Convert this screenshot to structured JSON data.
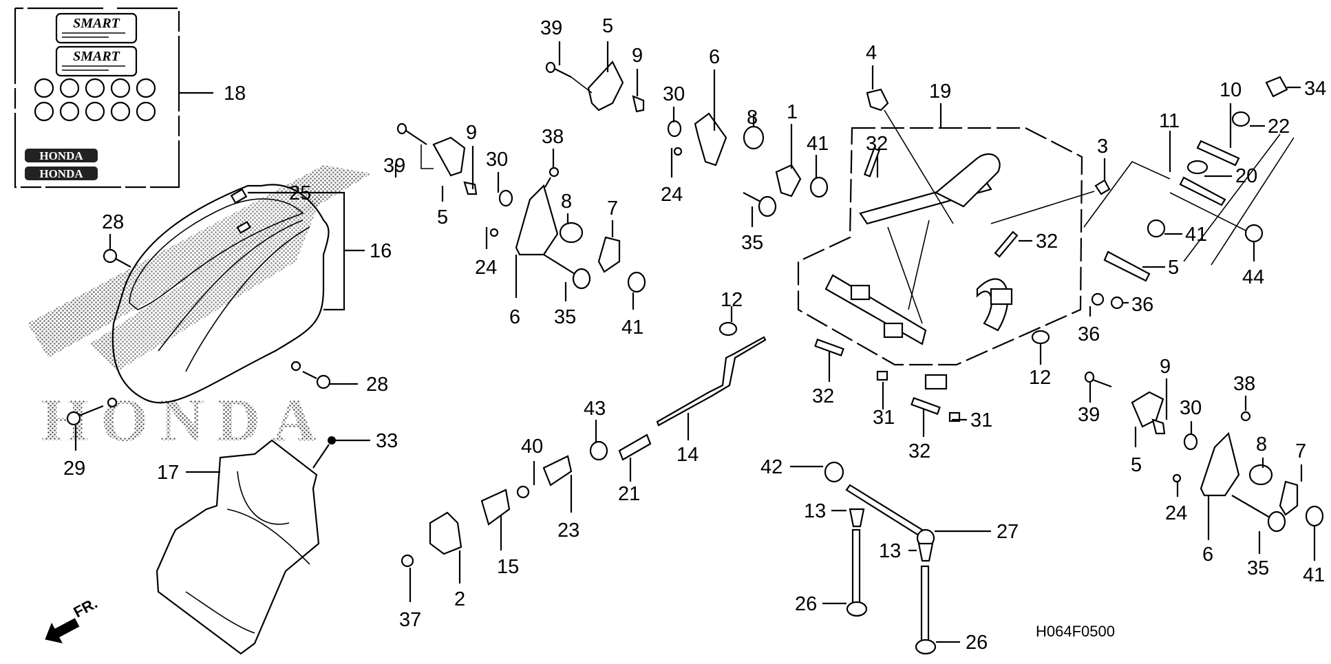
{
  "diagram": {
    "title_code": "H064F0500",
    "direction_indicator": "FR.",
    "brand_watermark": "HONDA",
    "decal_kit": {
      "decals": [
        "SMART",
        "SMART",
        "HONDA",
        "HONDA"
      ],
      "circle_stickers_count": 10,
      "ref": "18"
    },
    "callouts": [
      {
        "id": "c18a",
        "num": "18"
      },
      {
        "id": "c25",
        "num": "25"
      },
      {
        "id": "c16",
        "num": "16"
      },
      {
        "id": "c28a",
        "num": "28"
      },
      {
        "id": "c28b",
        "num": "28"
      },
      {
        "id": "c29",
        "num": "29"
      },
      {
        "id": "c33",
        "num": "33"
      },
      {
        "id": "c17",
        "num": "17"
      },
      {
        "id": "c39a",
        "num": "39"
      },
      {
        "id": "c5a",
        "num": "5"
      },
      {
        "id": "c9a",
        "num": "9"
      },
      {
        "id": "c30a",
        "num": "30"
      },
      {
        "id": "c6a",
        "num": "6"
      },
      {
        "id": "c8a",
        "num": "8"
      },
      {
        "id": "c1",
        "num": "1"
      },
      {
        "id": "c41a",
        "num": "41"
      },
      {
        "id": "c24a",
        "num": "24"
      },
      {
        "id": "c35a",
        "num": "35"
      },
      {
        "id": "c39b",
        "num": "39"
      },
      {
        "id": "c9b",
        "num": "9"
      },
      {
        "id": "c30b",
        "num": "30"
      },
      {
        "id": "c38a",
        "num": "38"
      },
      {
        "id": "c5b",
        "num": "5"
      },
      {
        "id": "c8b",
        "num": "8"
      },
      {
        "id": "c7a",
        "num": "7"
      },
      {
        "id": "c24b",
        "num": "24"
      },
      {
        "id": "c6b",
        "num": "6"
      },
      {
        "id": "c35b",
        "num": "35"
      },
      {
        "id": "c41b",
        "num": "41"
      },
      {
        "id": "c4",
        "num": "4"
      },
      {
        "id": "c19",
        "num": "19"
      },
      {
        "id": "c32a",
        "num": "32"
      },
      {
        "id": "c32b",
        "num": "32"
      },
      {
        "id": "c32c",
        "num": "32"
      },
      {
        "id": "c32d",
        "num": "32"
      },
      {
        "id": "c31a",
        "num": "31"
      },
      {
        "id": "c31b",
        "num": "31"
      },
      {
        "id": "c3",
        "num": "3"
      },
      {
        "id": "c12a",
        "num": "12"
      },
      {
        "id": "c12b",
        "num": "12"
      },
      {
        "id": "c10",
        "num": "10"
      },
      {
        "id": "c34",
        "num": "34"
      },
      {
        "id": "c11",
        "num": "11"
      },
      {
        "id": "c22",
        "num": "22"
      },
      {
        "id": "c20",
        "num": "20"
      },
      {
        "id": "c41c",
        "num": "41"
      },
      {
        "id": "c44",
        "num": "44"
      },
      {
        "id": "c5c",
        "num": "5"
      },
      {
        "id": "c36a",
        "num": "36"
      },
      {
        "id": "c36b",
        "num": "36"
      },
      {
        "id": "c39c",
        "num": "39"
      },
      {
        "id": "c9c",
        "num": "9"
      },
      {
        "id": "c30c",
        "num": "30"
      },
      {
        "id": "c38b",
        "num": "38"
      },
      {
        "id": "c5d",
        "num": "5"
      },
      {
        "id": "c8c",
        "num": "8"
      },
      {
        "id": "c7b",
        "num": "7"
      },
      {
        "id": "c24c",
        "num": "24"
      },
      {
        "id": "c6c",
        "num": "6"
      },
      {
        "id": "c35c",
        "num": "35"
      },
      {
        "id": "c41d",
        "num": "41"
      },
      {
        "id": "c14",
        "num": "14"
      },
      {
        "id": "c43",
        "num": "43"
      },
      {
        "id": "c21",
        "num": "21"
      },
      {
        "id": "c40",
        "num": "40"
      },
      {
        "id": "c23",
        "num": "23"
      },
      {
        "id": "c15",
        "num": "15"
      },
      {
        "id": "c2",
        "num": "2"
      },
      {
        "id": "c37",
        "num": "37"
      },
      {
        "id": "c42",
        "num": "42"
      },
      {
        "id": "c13a",
        "num": "13"
      },
      {
        "id": "c13b",
        "num": "13"
      },
      {
        "id": "c27",
        "num": "27"
      },
      {
        "id": "c26a",
        "num": "26"
      },
      {
        "id": "c26b",
        "num": "26"
      }
    ]
  }
}
